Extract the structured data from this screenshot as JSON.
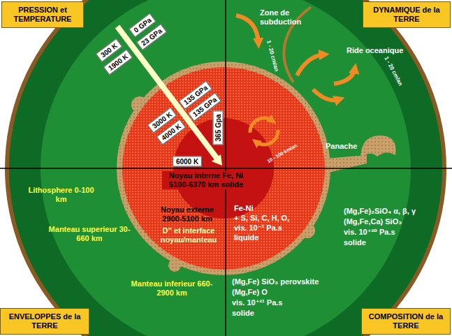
{
  "diagram": {
    "nodes": [
      {
        "text": [
          "PRESSION et TEMPERATURE"
        ]
      },
      {
        "text": [
          "DYNAMIQUE de la TERRE"
        ]
      },
      {
        "text": [
          "ENVELOPPES de la TERRE"
        ]
      },
      {
        "text": [
          "COMPOSITION de la TERRE"
        ]
      }
    ],
    "labels": [
      "Zone de subduction",
      "1 - 20 cm/an",
      "Ride oceanique",
      "1 - 20 cm/an",
      "0 GPa",
      "300 K",
      "23 GPa",
      "1900 K",
      "135 GPa",
      "3000 K",
      "135 GPa",
      "4000 K",
      "365 Gpa",
      "10 - 100 km/an",
      "Panache",
      "6000 K",
      "Noyau interne Fe, Ni 5100-6370 km solide",
      "Lithosphere 0-100 km",
      "Noyau externe 2900-5100 km",
      "Fe-Ni",
      "+ S, Si, C, H, O,",
      "vis. 10⁻¹ Pa.s",
      "liquide",
      "(Mg,Fe)₂SiO₄ α, β, γ",
      "(Mg,Fe,Ca) SiO₃",
      "vis. 10⁺²⁰ Pa.s",
      "solide",
      "Manteau superieur 30-660 km",
      "D'' et interface noyau/manteau",
      "Manteau inferieur 660-2900 km",
      "(Mg,Fe) SiO₃ perovskite",
      "(Mg,Fe) O",
      "vis. 10⁺²¹ Pa.s",
      "solide"
    ]
  }
}
